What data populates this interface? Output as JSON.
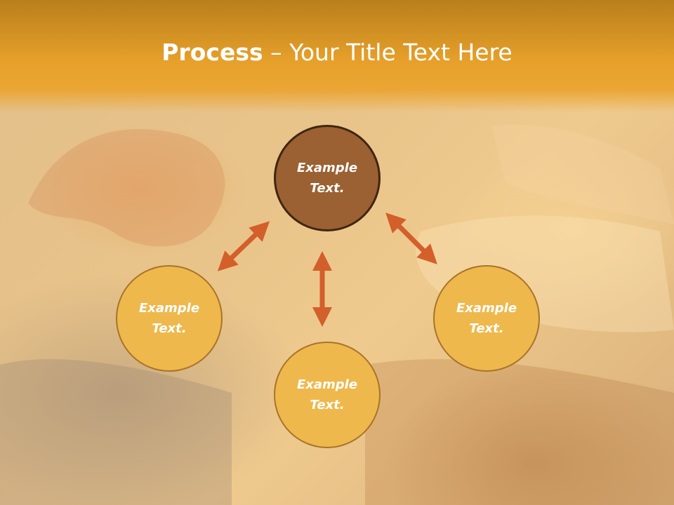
{
  "slide": {
    "title_bold": "Process",
    "title_rest": " – Your Title Text Here"
  },
  "diagram": {
    "nodes": [
      {
        "id": "top",
        "label": "Example\nText.",
        "color": "#9b6132",
        "border": "#3f2611"
      },
      {
        "id": "left",
        "label": "Example\nText.",
        "color": "#efb84c",
        "border": "#a8742a"
      },
      {
        "id": "bottom",
        "label": "Example\nText.",
        "color": "#efb84c",
        "border": "#a8742a"
      },
      {
        "id": "right",
        "label": "Example\nText.",
        "color": "#efb84c",
        "border": "#a8742a"
      }
    ],
    "connectors": [
      {
        "from": "top",
        "to": "left",
        "style": "double-arrow"
      },
      {
        "from": "top",
        "to": "bottom",
        "style": "double-arrow"
      },
      {
        "from": "top",
        "to": "right",
        "style": "double-arrow"
      }
    ],
    "arrow_color": "#d35f2a",
    "header_color": "#e7a02a"
  }
}
